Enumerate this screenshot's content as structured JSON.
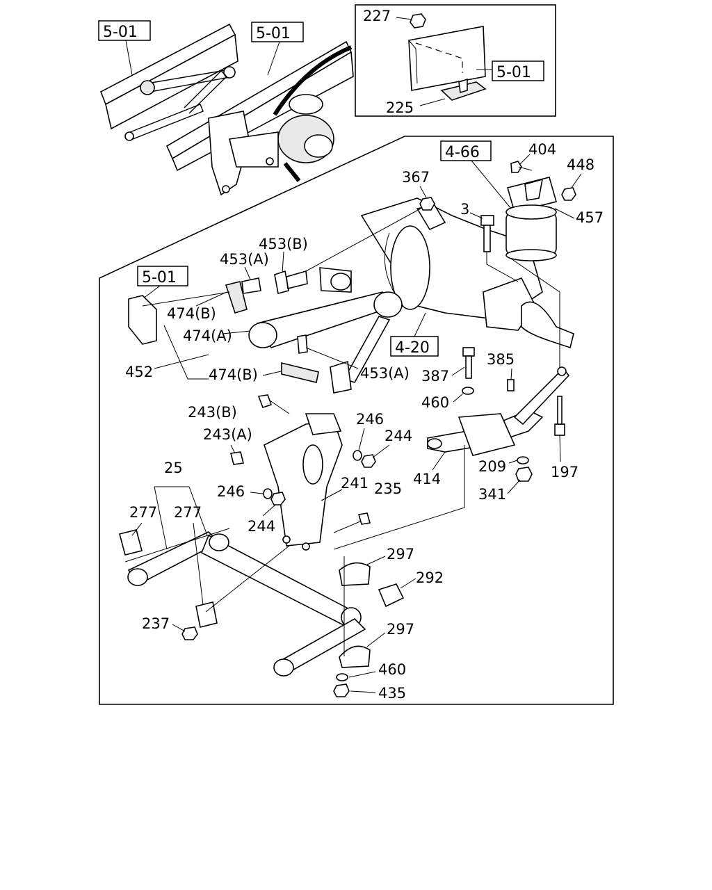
{
  "refs": {
    "r1": "5-01",
    "r2": "5-01",
    "r3": "5-01",
    "r4": "4-66",
    "r5": "5-01",
    "r6": "4-20"
  },
  "labels": {
    "p227": "227",
    "p225": "225",
    "p404": "404",
    "p448": "448",
    "p367": "367",
    "p3": "3",
    "p457": "457",
    "p453b": "453(B)",
    "p453a_top": "453(A)",
    "p474b_top": "474(B)",
    "p474a": "474(A)",
    "p452": "452",
    "p474b_low": "474(B)",
    "p453a_low": "453(A)",
    "p387": "387",
    "p385": "385",
    "p460_mid": "460",
    "p243b": "243(B)",
    "p243a": "243(A)",
    "p246_top": "246",
    "p244_top": "244",
    "p209": "209",
    "p197": "197",
    "p414": "414",
    "p341": "341",
    "p25": "25",
    "p241": "241",
    "p235": "235",
    "p277a": "277",
    "p277b": "277",
    "p246_low": "246",
    "p244_low": "244",
    "p297_top": "297",
    "p292": "292",
    "p237": "237",
    "p297_low": "297",
    "p460_low": "460",
    "p435": "435"
  }
}
